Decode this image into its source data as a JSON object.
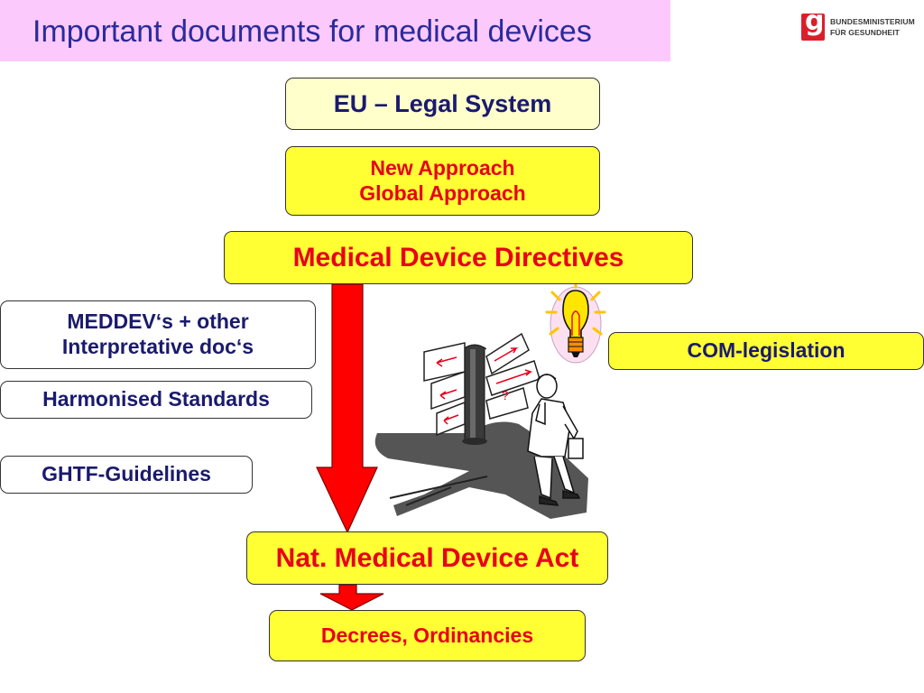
{
  "title": "Important documents for medical devices",
  "logo": {
    "line1": "BUNDESMINISTERIUM",
    "line2": "FÜR GESUNDHEIT",
    "mark_letter": "g"
  },
  "boxes": {
    "eu_legal_system": "EU – Legal System",
    "new_approach": "New Approach",
    "global_approach": "Global Approach",
    "medical_device_directives": "Medical Device Directives",
    "meddev_line1": "MEDDEV‘s + other",
    "meddev_line2": "Interpretative doc‘s",
    "harmonised_standards": "Harmonised Standards",
    "ghtf_guidelines": "GHTF-Guidelines",
    "com_legislation": "COM-legislation",
    "national_act": "Nat. Medical Device Act",
    "decrees": "Decrees, Ordinancies"
  },
  "illustration": {
    "question_mark": "?"
  },
  "colors": {
    "title_bg": "#fcc9fc",
    "title_text": "#2b2b9a",
    "box_yellow": "#ffff33",
    "box_pale_yellow": "#ffffcc",
    "text_navy": "#1a1a6e",
    "text_red": "#e8001c",
    "arrow_red": "#ff0000",
    "logo_red": "#d9202a"
  },
  "icons": [
    "lightbulb-icon",
    "signpost-icon",
    "thinking-man-icon",
    "down-arrow-icon"
  ]
}
